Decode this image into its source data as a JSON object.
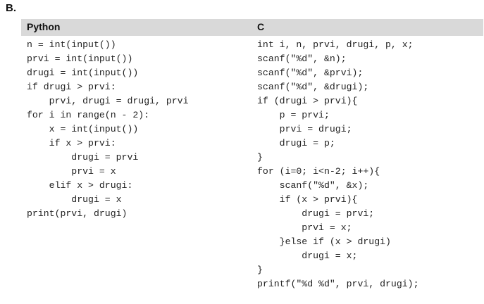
{
  "section_label": "B.",
  "python": {
    "header": "Python",
    "lines": [
      "n = int(input())",
      "prvi = int(input())",
      "drugi = int(input())",
      "if drugi > prvi:",
      "    prvi, drugi = drugi, prvi",
      "for i in range(n - 2):",
      "    x = int(input())",
      "    if x > prvi:",
      "        drugi = prvi",
      "        prvi = x",
      "    elif x > drugi:",
      "        drugi = x",
      "print(prvi, drugi)"
    ]
  },
  "c": {
    "header": "C",
    "lines": [
      "int i, n, prvi, drugi, p, x;",
      "scanf(\"%d\", &n);",
      "scanf(\"%d\", &prvi);",
      "scanf(\"%d\", &drugi);",
      "if (drugi > prvi){",
      "    p = prvi;",
      "    prvi = drugi;",
      "    drugi = p;",
      "}",
      "for (i=0; i<n-2; i++){",
      "    scanf(\"%d\", &x);",
      "    if (x > prvi){",
      "        drugi = prvi;",
      "        prvi = x;",
      "    }else if (x > drugi)",
      "        drugi = x;",
      "}",
      "printf(\"%d %d\", prvi, drugi);"
    ]
  }
}
